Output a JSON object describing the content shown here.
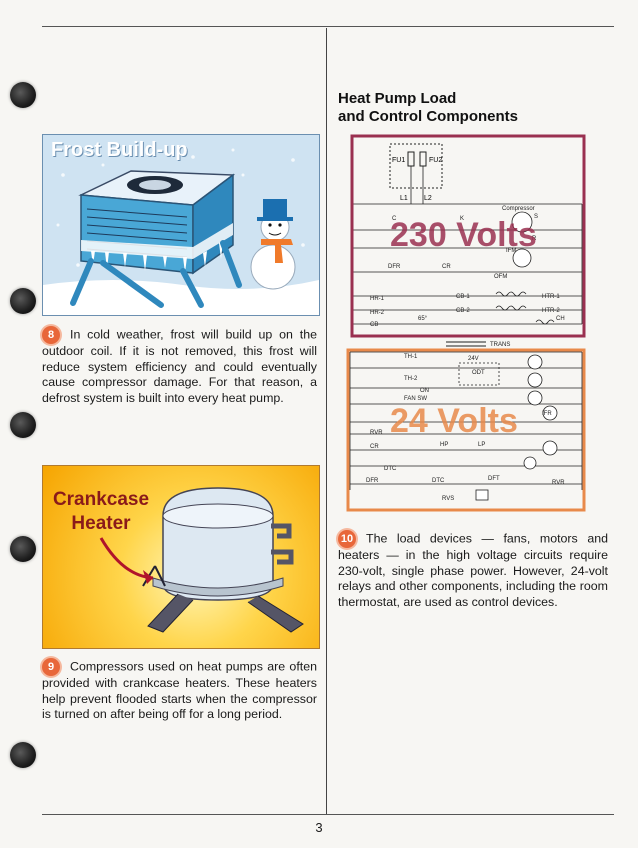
{
  "page_number": "3",
  "section1": {
    "image_title": "Frost Build-up",
    "badge": "8",
    "text": "In cold weather, frost will build up on the outdoor coil. If it is not removed, this frost will reduce system efficiency and could eventually cause compressor damage. For that reason, a defrost system is built into every heat pump."
  },
  "section2": {
    "image_title_line1": "Crankcase",
    "image_title_line2": "Heater",
    "badge": "9",
    "text": "Compressors used on heat pumps are often provided with crankcase heaters. These heaters help prevent flooded starts when the compressor is turned on after being off for a long period."
  },
  "section3": {
    "heading_line1": "Heat Pump Load",
    "heading_line2": "and Control Components",
    "badge": "10",
    "text": "The load devices — fans, motors and heaters — in the high voltage circuits require 230-volt, single phase power. However, 24-volt relays and other components, including the room thermostat, are used as control devices."
  },
  "diagram": {
    "high_voltage_label": "230 Volts",
    "low_voltage_label": "24 Volts",
    "high_color": "#9a3050",
    "low_color": "#e8894a",
    "labels": {
      "fu1": "FU1",
      "fu2": "FU2",
      "l1": "L1",
      "l2": "L2",
      "compressor": "Compressor",
      "c": "C",
      "k": "K",
      "s": "S",
      "r": "R",
      "ifm": "IFM",
      "dfr": "DFR",
      "cr": "CR",
      "ofm": "OFM",
      "hr1": "HR-1",
      "hr2": "HR-2",
      "cb": "CB",
      "cb1": "CB-1",
      "cb2": "CB-2",
      "htr1": "HTR-1",
      "htr2": "HTR-2",
      "ch": "CH",
      "deg": "65°",
      "trans": "TRANS",
      "v24": "24V",
      "th1": "TH-1",
      "th2": "TH-2",
      "on": "ON",
      "fan_sw": "FAN SW",
      "odt": "ODT",
      "ifr": "IFR",
      "rvr": "RVR",
      "hp": "HP",
      "lp": "LP",
      "dtc": "DTC",
      "dft": "DFT",
      "rvs": "RVS",
      "hr1c": "HR-1",
      "hr2c": "HR-2",
      "dfrc": "DFR",
      "crc": "CR",
      "dfr_node": "DFT"
    }
  }
}
